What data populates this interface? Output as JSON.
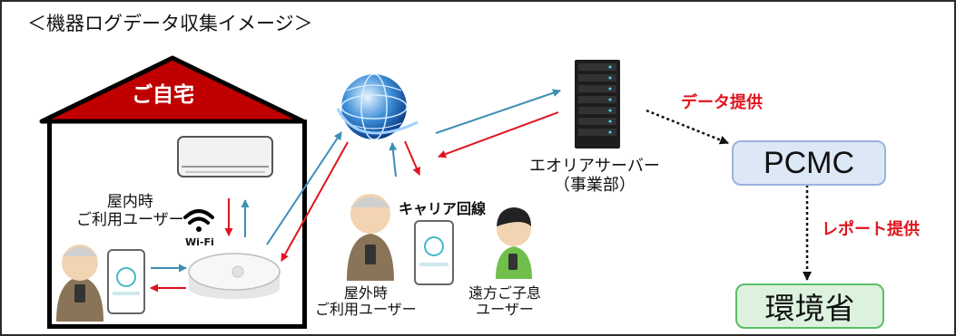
{
  "title": "＜機器ログデータ収集イメージ＞",
  "house": {
    "label": "ご自宅"
  },
  "labels": {
    "indoor_user": [
      "屋内時",
      "ご利用ユーザー"
    ],
    "outdoor_user": [
      "屋外時",
      "ご利用ユーザー"
    ],
    "remote_user": [
      "遠方ご子息",
      "ユーザー"
    ],
    "carrier_line": "キャリア回線",
    "wifi": "Wi-Fi",
    "server": [
      "エオリアサーバー",
      "（事業部）"
    ],
    "data_provision": "データ提供",
    "report_provision": "レポート提供"
  },
  "nodes": {
    "pcmc": "PCMC",
    "kankyo": "環境省"
  },
  "colors": {
    "roof": "#c00000",
    "arrow_blue": "#3d8fb4",
    "arrow_red": "#e0141e",
    "text_red": "#e0141e",
    "pcmc_fill": "#dde8f7",
    "pcmc_border": "#9cb2dd",
    "kankyo_fill": "#ddf2de",
    "kankyo_border": "#5bbd67"
  },
  "icons": [
    "globe-icon",
    "server-icon",
    "air-conditioner-icon",
    "router-hub-icon",
    "wifi-icon",
    "elderly-man-icon",
    "child-icon",
    "smartphone-icon"
  ]
}
